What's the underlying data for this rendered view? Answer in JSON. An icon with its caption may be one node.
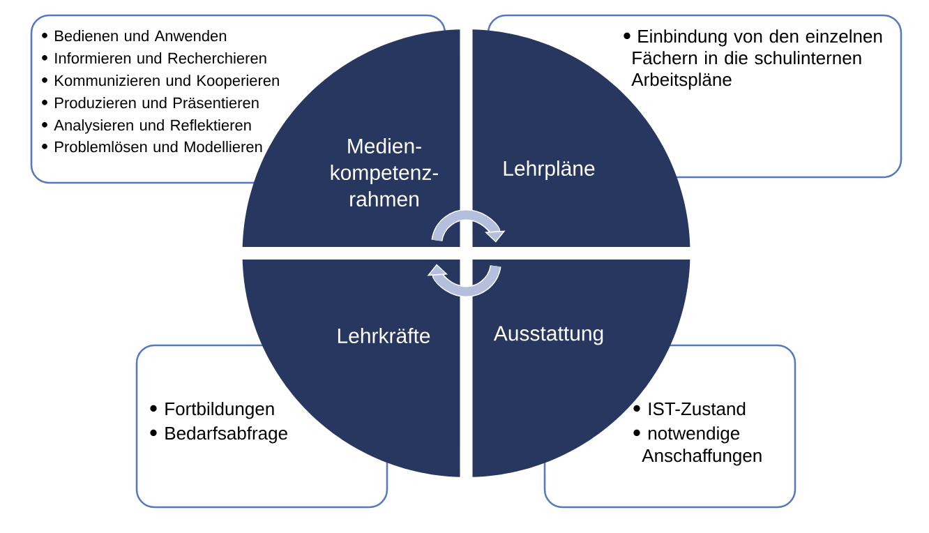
{
  "diagram": {
    "nodes": [
      {
        "text": [
          "Medien- kompetenz- rahmen"
        ]
      },
      {
        "text": [
          "Lehrpläne"
        ]
      },
      {
        "text": [
          "Lehrkräfte"
        ]
      },
      {
        "text": [
          "Ausstattung"
        ]
      },
      {
        "text": [
          "Bedienen und Anwenden",
          "Informieren und Recherchieren",
          "Kommunizieren und Kooperieren",
          "Produzieren und Präsentieren",
          "Analysieren und Reflektieren",
          "Problemlösen und Modellieren"
        ]
      },
      {
        "text": [
          "Einbindung von den einzelnen Fächern in die schulinternen Arbeitspläne"
        ]
      },
      {
        "text": [
          "Fortbildungen",
          "Bedarfsabfrage"
        ]
      },
      {
        "text": [
          "IST-Zustand",
          "notwendige Anschaffungen"
        ]
      }
    ],
    "edges": [
      {
        "from": 0,
        "to": 1,
        "arrow": "to"
      },
      {
        "from": 3,
        "to": 2,
        "arrow": "to"
      }
    ]
  }
}
